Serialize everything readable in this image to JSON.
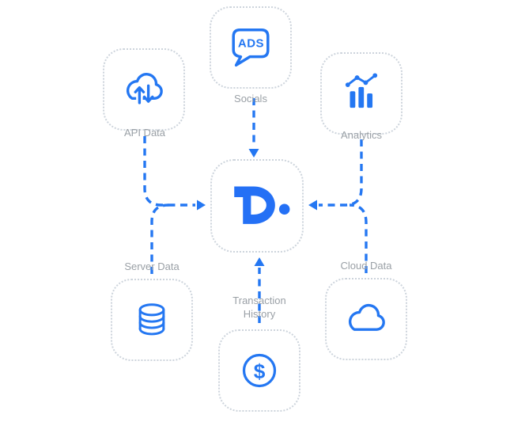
{
  "palette": {
    "accent_blue": "#2477F2",
    "logo_blue": "#2470F5",
    "label_gray": "#9AA0A6",
    "card_border_gray": "#CDD4DC",
    "background": "#FFFFFF"
  },
  "hub": {
    "logo_letter": "D"
  },
  "sources": [
    {
      "id": "api-data",
      "label": "API Data",
      "icon": "cloud-sync-icon"
    },
    {
      "id": "socials",
      "label": "Socials",
      "icon": "ads-bubble-icon",
      "icon_text": "ADS"
    },
    {
      "id": "analytics",
      "label": "Analytics",
      "icon": "bar-line-chart-icon"
    },
    {
      "id": "server-data",
      "label": "Server Data",
      "icon": "database-icon"
    },
    {
      "id": "transaction-history",
      "label": "Transaction History",
      "icon": "dollar-circle-icon",
      "icon_text": "$"
    },
    {
      "id": "cloud-data",
      "label": "Cloud Data",
      "icon": "cloud-icon"
    }
  ]
}
